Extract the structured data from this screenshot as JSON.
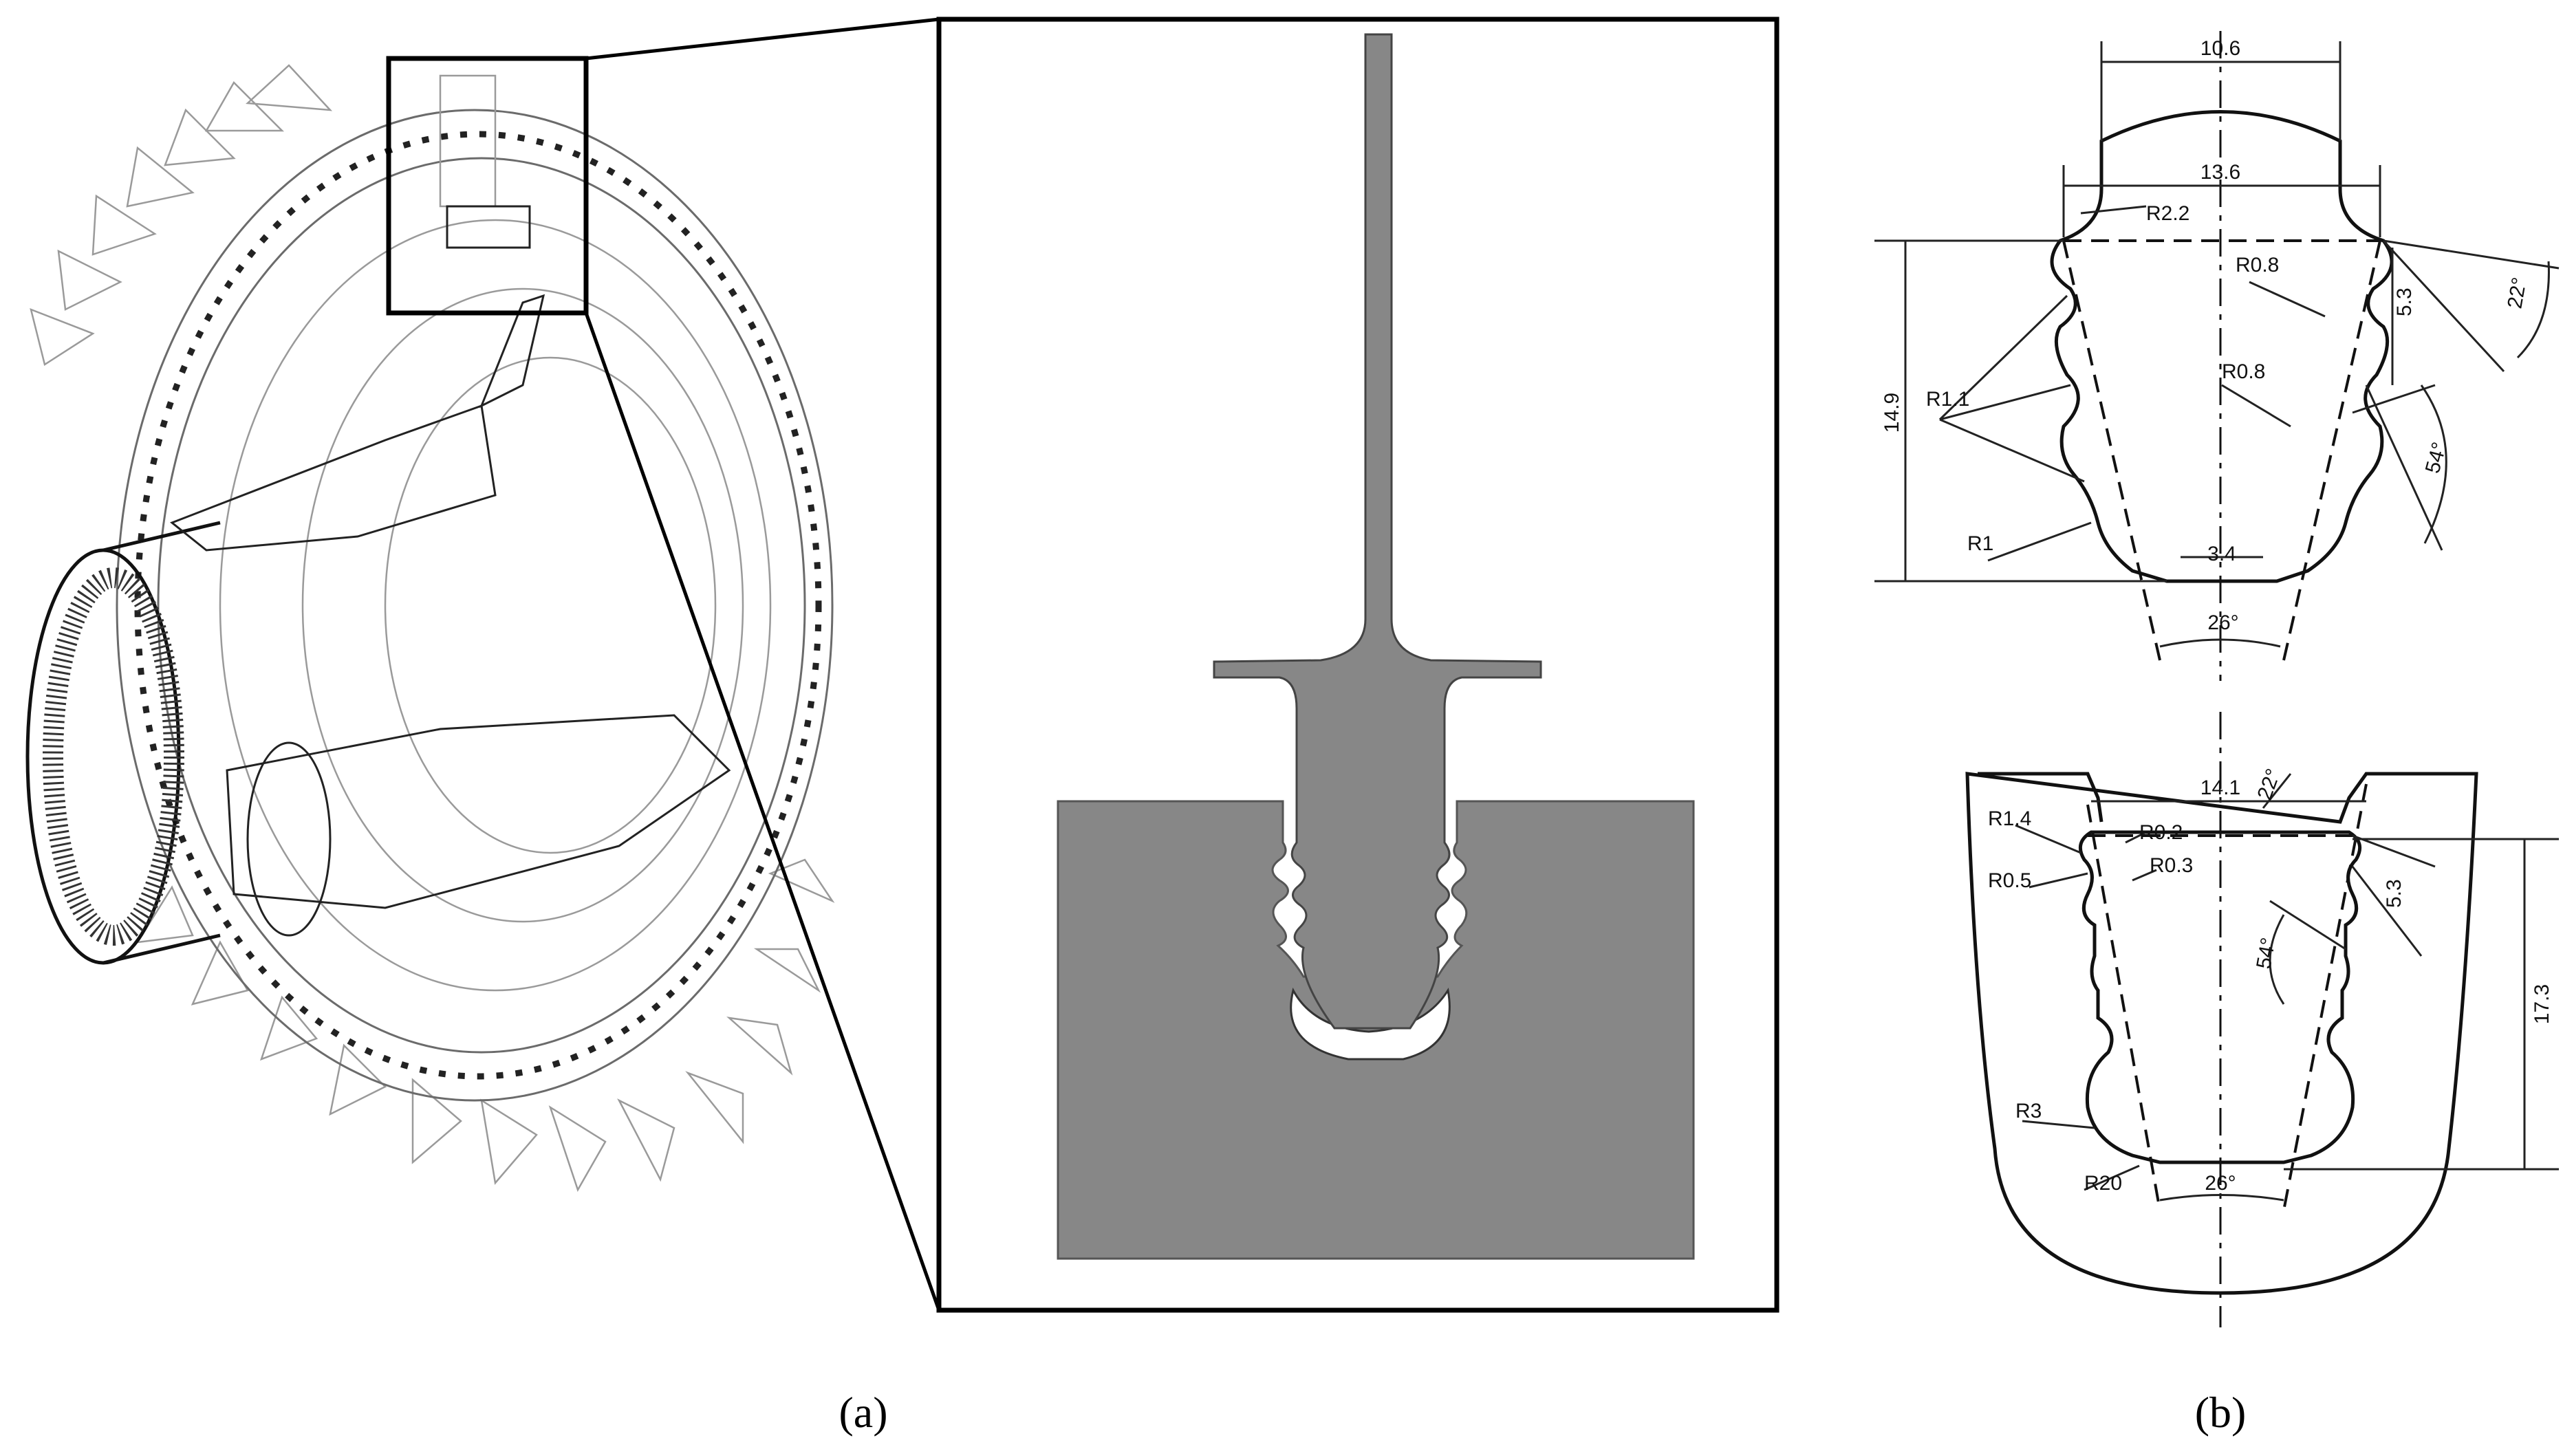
{
  "captions": {
    "a": "(a)",
    "b": "(b)"
  },
  "upper_profile": {
    "top_width": "10.6",
    "neck_width": "13.6",
    "neck_radius": "R2.2",
    "height": "14.9",
    "tooth_radius_right": "R0.8",
    "tooth_radius_right_2": "R0.8",
    "tooth_radius_left": "R1.1",
    "bottom_radius": "R1",
    "pitch": "5.3",
    "flank_angle": "22°",
    "contact_angle": "54°",
    "bottom_width": "3.4",
    "wedge_angle": "26°"
  },
  "lower_profile": {
    "slot_width": "14.1",
    "flank_angle": "22°",
    "radius_top": "R1.4",
    "radius_a": "R0.2",
    "radius_b": "R0.3",
    "radius_c": "R0.5",
    "pitch": "5.3",
    "contact_angle": "54°",
    "height": "17.3",
    "bottom_radius": "R3",
    "outer_radius": "R20",
    "wedge_angle": "26°"
  },
  "colors": {
    "section_fill": "#878787",
    "line": "#111111",
    "outline_grey": "#8a8a8a"
  }
}
